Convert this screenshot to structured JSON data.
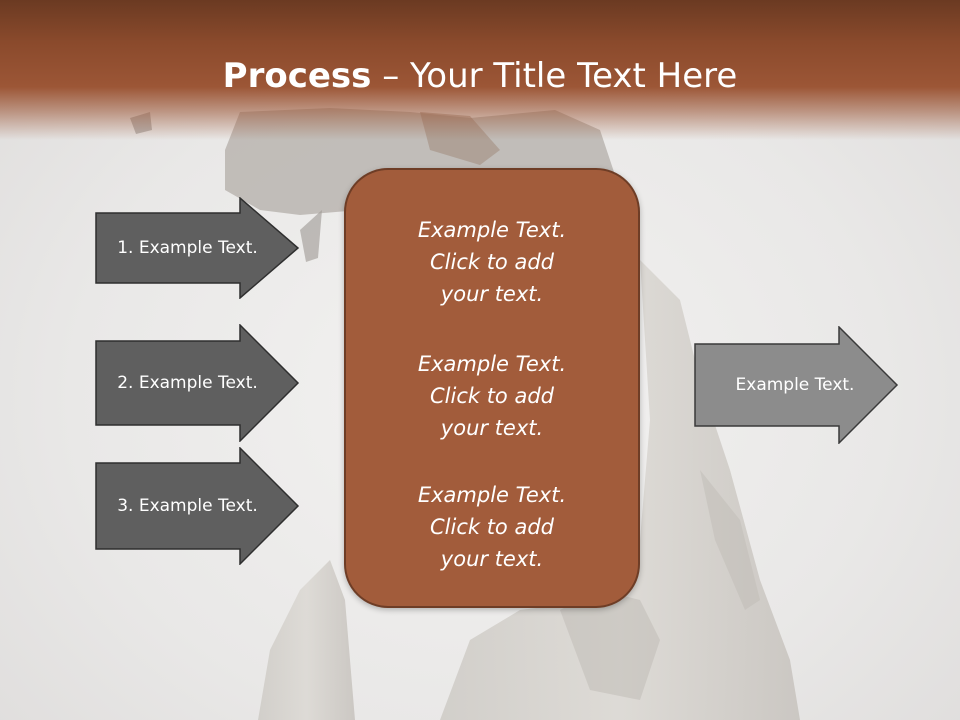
{
  "title": {
    "bold": "Process",
    "dash": " – ",
    "rest": "Your Title Text Here"
  },
  "left_arrows": [
    {
      "label": "1. Example Text."
    },
    {
      "label": "2. Example Text."
    },
    {
      "label": "3. Example Text."
    }
  ],
  "center_box": {
    "blocks": [
      {
        "line1": "Example Text.",
        "line2": "Click  to add",
        "line3": "your text."
      },
      {
        "line1": "Example Text.",
        "line2": "Click  to add",
        "line3": "your text."
      },
      {
        "line1": "Example Text.",
        "line2": "Click  to add",
        "line3": "your text."
      }
    ]
  },
  "right_arrow": {
    "label": "Example Text."
  },
  "colors": {
    "title_band": "#9c5636",
    "center_box": "#a25c3b",
    "left_arrow": "#5f5f5f",
    "right_arrow": "#8c8c8c"
  }
}
